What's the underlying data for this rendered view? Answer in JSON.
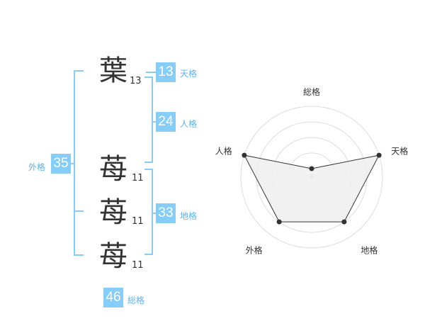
{
  "name": {
    "chars": [
      {
        "char": "葉",
        "strokes": "13"
      },
      {
        "char": "苺",
        "strokes": "11"
      },
      {
        "char": "苺",
        "strokes": "11"
      },
      {
        "char": "苺",
        "strokes": "11"
      }
    ]
  },
  "kaku": {
    "tenkaku": {
      "value": "13",
      "label": "天格"
    },
    "jinkaku": {
      "value": "24",
      "label": "人格"
    },
    "chikaku": {
      "value": "33",
      "label": "地格"
    },
    "gaikaku": {
      "value": "35",
      "label": "外格"
    },
    "soukaku": {
      "value": "46",
      "label": "総格"
    }
  },
  "chart_data": {
    "type": "radar",
    "axes": [
      "総格",
      "天格",
      "地格",
      "外格",
      "人格"
    ],
    "values": [
      0,
      4,
      3,
      3,
      4
    ],
    "max": 4,
    "rings": 4
  },
  "colors": {
    "accent": "#86cdf7",
    "accent_text": "#5fb3e8",
    "radar_fill": "#efefef",
    "radar_line": "#333333",
    "grid": "#dddddd"
  }
}
